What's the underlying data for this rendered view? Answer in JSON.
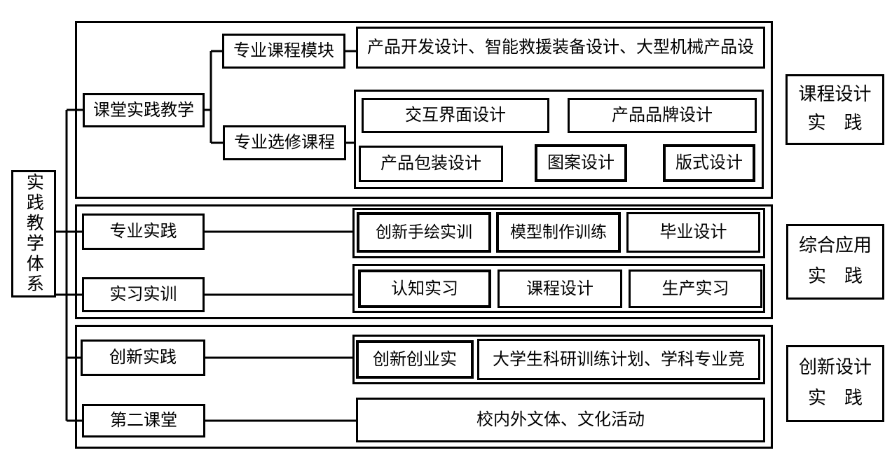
{
  "diagram": {
    "root": {
      "label": "实践教学体系"
    },
    "section_course": {
      "row": {
        "label": "课堂实践教学"
      },
      "module_required": {
        "label": "专业课程模块"
      },
      "module_required_courses": "产品开发设计、智能救援装备设计、大型机械产品设",
      "module_elective": {
        "label": "专业选修课程"
      },
      "elective_courses": [
        "交互界面设计",
        "产品品牌设计",
        "产品包装设计",
        "图案设计",
        "版式设计"
      ],
      "side_label": {
        "line1": "课程设计",
        "line2": "实　践"
      }
    },
    "section_applied": {
      "row1": {
        "label": "专业实践",
        "items": [
          "创新手绘实训",
          "模型制作训练",
          "毕业设计"
        ]
      },
      "row2": {
        "label": "实习实训",
        "items": [
          "认知实习",
          "课程设计",
          "生产实习"
        ]
      },
      "side_label": {
        "line1": "综合应用",
        "line2": "实　践"
      }
    },
    "section_innovation": {
      "row1": {
        "label": "创新实践",
        "items": [
          "创新创业实",
          "大学生科研训练计划、学科专业竞"
        ]
      },
      "row2": {
        "label": "第二课堂",
        "items": [
          "校内外文体、文化活动"
        ]
      },
      "side_label": {
        "line1": "创新设计",
        "line2": "实　践"
      }
    },
    "colors": {
      "line": "#000000",
      "background": "#ffffff"
    }
  }
}
